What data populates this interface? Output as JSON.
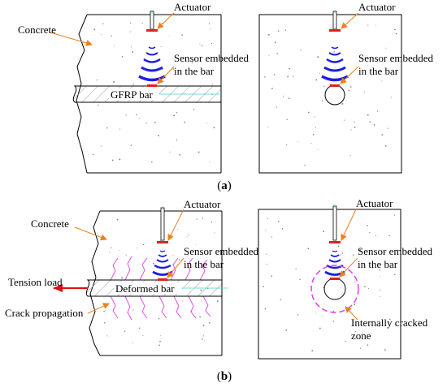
{
  "figure_a": {
    "panel_label_open": "(",
    "panel_label_letter": "a",
    "panel_label_close": ")",
    "left": {
      "concrete_label": "Concrete",
      "actuator_label": "Actuator",
      "sensor_label_line1": "Sensor embedded",
      "sensor_label_line2": "in the bar",
      "bar_label": "GFRP bar"
    },
    "right": {
      "actuator_label": "Actuator",
      "sensor_label_line1": "Sensor embedded",
      "sensor_label_line2": "in the bar"
    }
  },
  "figure_b": {
    "panel_label_open": "(",
    "panel_label_letter": "b",
    "panel_label_close": ")",
    "left": {
      "concrete_label": "Concrete",
      "actuator_label": "Actuator",
      "sensor_label_line1": "Sensor embedded",
      "sensor_label_line2": "in the bar",
      "bar_label": "Deformed bar",
      "tension_label": "Tension load",
      "crack_label": "Crack propagation"
    },
    "right": {
      "actuator_label": "Actuator",
      "sensor_label_line1": "Sensor embedded",
      "sensor_label_line2": "in the bar",
      "zone_label_line1": "Internally cracked",
      "zone_label_line2": "zone"
    }
  },
  "colors": {
    "leader_arrow": "#f07f1a",
    "wave": "#1d1de0",
    "sensor": "#e02020",
    "crack": "#e040e0",
    "tension_arrow": "#e01010",
    "bar_center_line": "#40d0d0"
  }
}
